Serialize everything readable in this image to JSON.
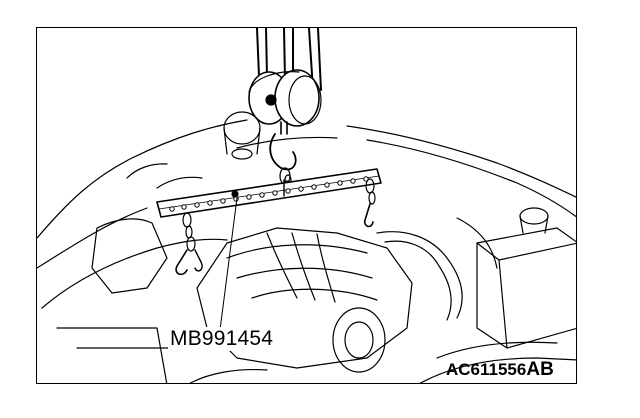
{
  "figure": {
    "tool_label": "MB991454",
    "code_main": "AC611556",
    "code_suffix": "AB"
  },
  "icons": [
    "chain-hoist-icon",
    "lifting-bar-icon",
    "engine-bay-icon"
  ],
  "colors": {
    "line": "#000000",
    "background": "#ffffff"
  }
}
